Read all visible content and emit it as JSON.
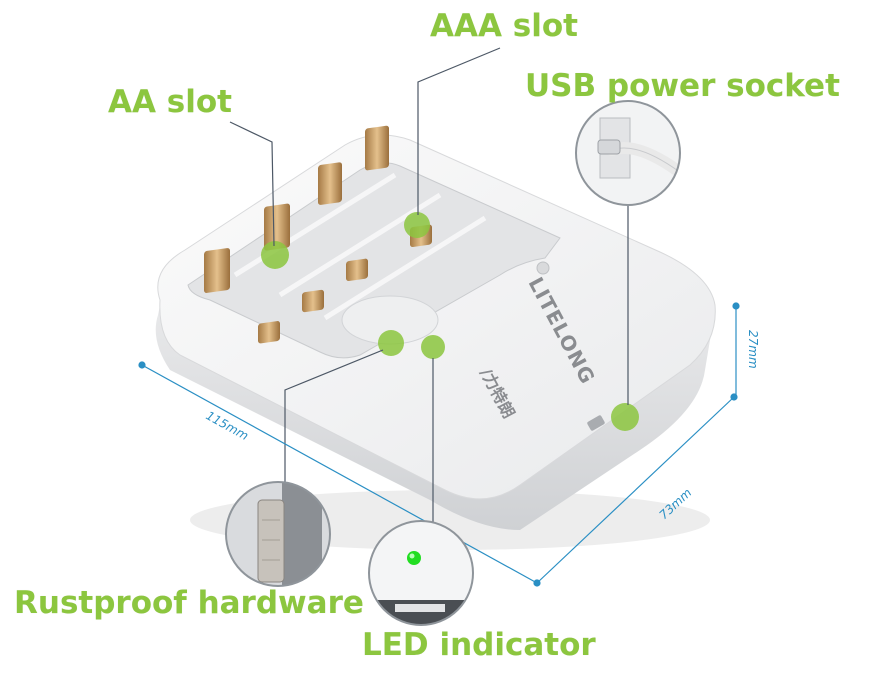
{
  "callouts": {
    "aaa_slot": "AAA slot",
    "aa_slot": "AA slot",
    "usb_socket": "USB power socket",
    "rustproof": "Rustproof hardware",
    "led": "LED indicator"
  },
  "dimensions": {
    "length": "115mm",
    "width": "73mm",
    "height": "27mm"
  },
  "brand": {
    "name": "LITELONG",
    "suffix": "/力特朗"
  },
  "colors": {
    "accent": "#8cc63f",
    "dimension_line": "#2a8fc4",
    "led_on": "#22dd22",
    "contact": "#c9a06a"
  }
}
